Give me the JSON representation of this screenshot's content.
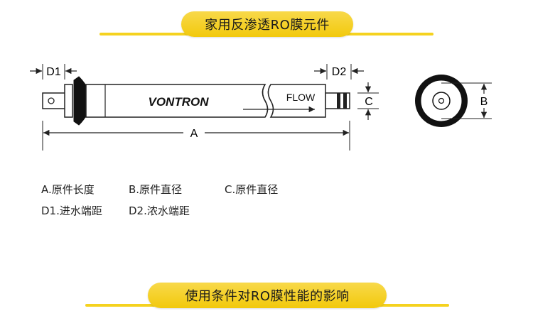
{
  "top_banner": {
    "title": "家用反渗透RO膜元件"
  },
  "diagram": {
    "dim_d1": "D1",
    "dim_d2": "D2",
    "dim_a": "A",
    "dim_b": "B",
    "dim_c": "C",
    "brand": "VONTRON",
    "flow_label": "FLOW"
  },
  "legend": {
    "a": "A.原件长度",
    "b": "B.原件直径",
    "c": "C.原件直径",
    "d1": "D1.进水端距",
    "d2": "D2.浓水端距"
  },
  "bottom_banner": {
    "title": "使用条件对RO膜性能的影响"
  },
  "colors": {
    "accent": "#f5d21f",
    "pill": "#f2c90c"
  }
}
